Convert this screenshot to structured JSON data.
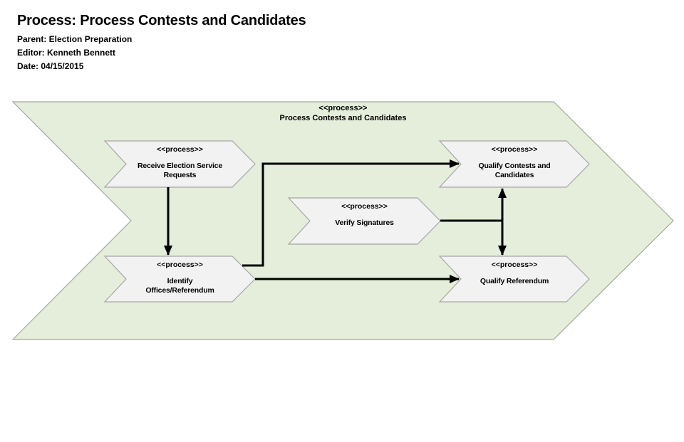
{
  "header": {
    "title": "Process: Process Contests and Candidates",
    "meta_lines": [
      "Parent: Election Preparation",
      "Editor: Kenneth Bennett",
      "Date: 04/15/2015"
    ]
  },
  "diagram": {
    "container": {
      "stereotype": "<<process>>",
      "name": "Process Contests and Candidates",
      "fill": "#e4eeda",
      "stroke": "#a2a89b"
    },
    "node_fill": "#f2f2f2",
    "node_stroke": "#a6a6a6",
    "connector_color": "#000000",
    "nodes": [
      {
        "id": "receive-election-service-requests",
        "stereotype": "<<process>>",
        "name": "Receive Election Service\nRequests"
      },
      {
        "id": "qualify-contests-and-candidates",
        "stereotype": "<<process>>",
        "name": "Qualify Contests and\nCandidates"
      },
      {
        "id": "verify-signatures",
        "stereotype": "<<process>>",
        "name": "Verify Signatures"
      },
      {
        "id": "identify-offices-referendum",
        "stereotype": "<<process>>",
        "name": "Identify\nOffices/Referendum"
      },
      {
        "id": "qualify-referendum",
        "stereotype": "<<process>>",
        "name": "Qualify Referendum"
      }
    ],
    "edges": [
      {
        "from": "receive-election-service-requests",
        "to": "identify-offices-referendum",
        "type": "arrow"
      },
      {
        "from": "identify-offices-referendum",
        "to": "qualify-contests-and-candidates",
        "type": "arrow"
      },
      {
        "from": "identify-offices-referendum",
        "to": "qualify-referendum",
        "type": "arrow"
      },
      {
        "from": "verify-signatures",
        "to": "qualify-contests-and-candidates",
        "type": "arrow"
      },
      {
        "from": "verify-signatures",
        "to": "qualify-referendum",
        "type": "arrow"
      }
    ]
  }
}
